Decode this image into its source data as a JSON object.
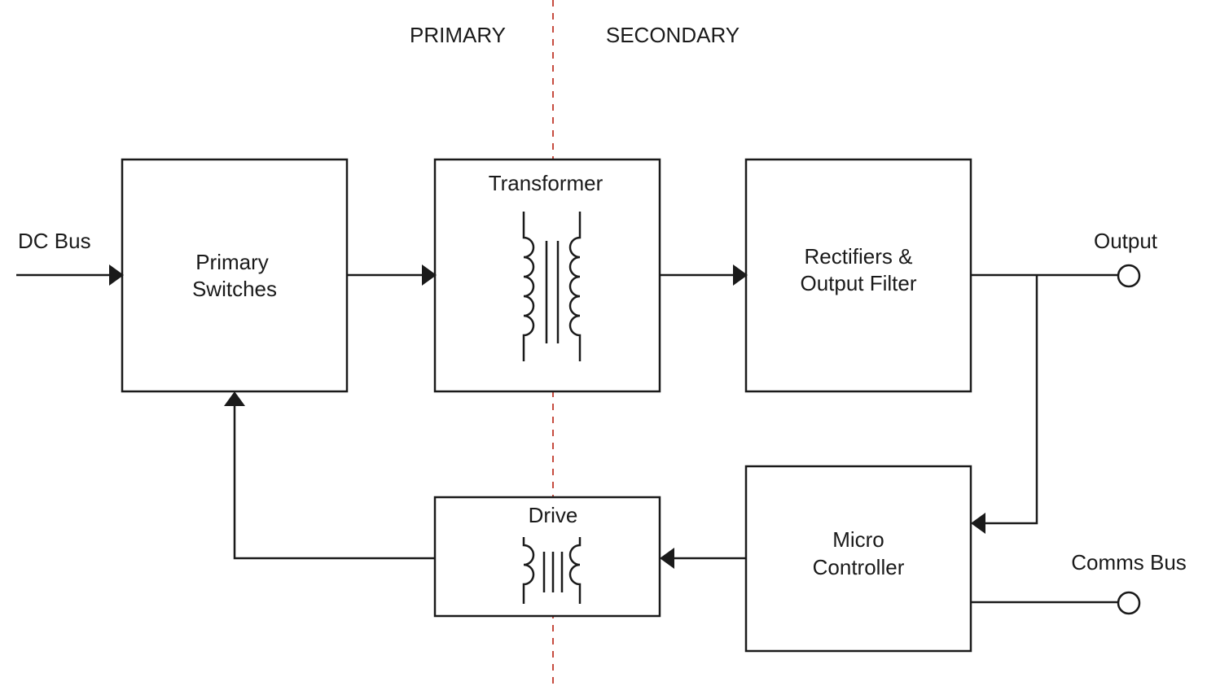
{
  "isolation": {
    "primary_label": "PRIMARY",
    "secondary_label": "SECONDARY",
    "line_color": "#c0392b"
  },
  "blocks": {
    "primary_switches": [
      "Primary",
      "Switches"
    ],
    "transformer": "Transformer",
    "rectifiers": [
      "Rectifiers &",
      "Output Filter"
    ],
    "drive": "Drive",
    "micro_controller": [
      "Micro",
      "Controller"
    ]
  },
  "ports": {
    "dc_bus": "DC Bus",
    "output": "Output",
    "comms_bus": "Comms Bus"
  },
  "symbols": {
    "transformer_symbol": "transformer-icon",
    "drive_symbol": "isolation-transformer-icon"
  }
}
